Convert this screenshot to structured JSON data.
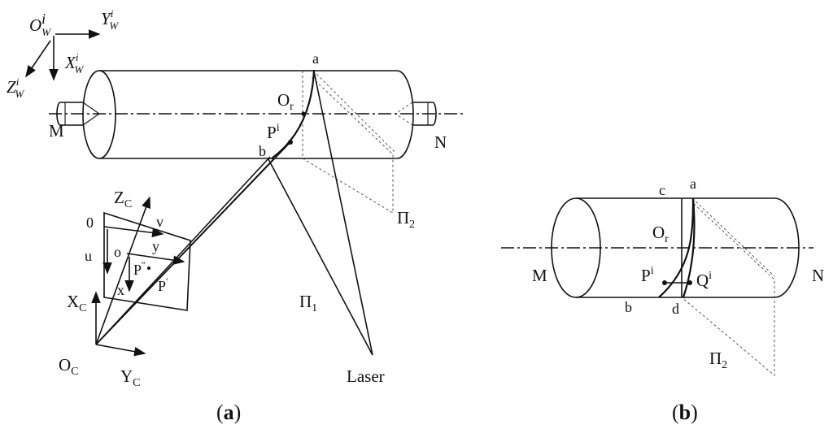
{
  "panel_a": {
    "world_frame": {
      "origin": "O",
      "origin_sup": "i",
      "origin_sub": "W",
      "y": "Y",
      "y_sup": "i",
      "y_sub": "W",
      "x": "X",
      "x_sup": "i",
      "x_sub": "W",
      "z": "Z",
      "z_sup": "i",
      "z_sub": "W"
    },
    "end_left": "M",
    "end_right": "N",
    "point_a": "a",
    "point_b": "b",
    "center": "O",
    "center_sub": "r",
    "point_p": "P",
    "point_p_sup": "i",
    "camera": {
      "origin": "O",
      "origin_sub": "C",
      "zc": "Z",
      "zc_sub": "C",
      "xc": "X",
      "xc_sub": "C",
      "yc": "Y",
      "yc_sub": "C",
      "img_origin": "0",
      "u": "u",
      "v": "v",
      "o": "o",
      "x": "x",
      "y": "y",
      "p_double": "P",
      "p_double_sup": "''",
      "p_single": "P",
      "p_single_sup": "'"
    },
    "plane1": "Π",
    "plane1_sub": "1",
    "plane2": "Π",
    "plane2_sub": "2",
    "laser": "Laser",
    "caption_open": "(",
    "caption_letter": "a",
    "caption_close": ")"
  },
  "panel_b": {
    "end_left": "M",
    "end_right": "N",
    "point_c": "c",
    "point_a": "a",
    "center": "O",
    "center_sub": "r",
    "point_p": "P",
    "point_p_sup": "i",
    "point_q": "Q",
    "point_q_sup": "i",
    "point_b": "b",
    "point_d": "d",
    "plane2": "Π",
    "plane2_sub": "2",
    "caption_open": "(",
    "caption_letter": "b",
    "caption_close": ")"
  }
}
